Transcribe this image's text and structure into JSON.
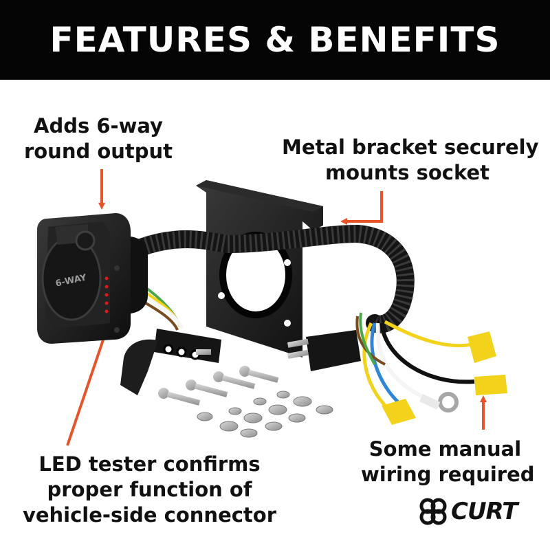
{
  "header": {
    "title": "FEATURES & BENEFITS"
  },
  "callouts": {
    "six_way": {
      "line1": "Adds 6-way",
      "line2": "round output"
    },
    "bracket": {
      "line1": "Metal bracket securely",
      "line2": "mounts socket"
    },
    "led": {
      "line1": "LED tester confirms",
      "line2": "proper function of",
      "line3": "vehicle-side connector"
    },
    "wiring": {
      "line1": "Some manual",
      "line2": "wiring required"
    }
  },
  "product": {
    "socket_label": "6-WAY"
  },
  "brand": {
    "name": "CURT"
  },
  "colors": {
    "header_bg": "#050505",
    "arrow": "#e8542a",
    "wire_yellow": "#f2d21b",
    "wire_blue": "#2f86d6",
    "wire_white": "#f5f5f5",
    "wire_green": "#4aa84a",
    "wire_brown": "#7a4a20"
  }
}
